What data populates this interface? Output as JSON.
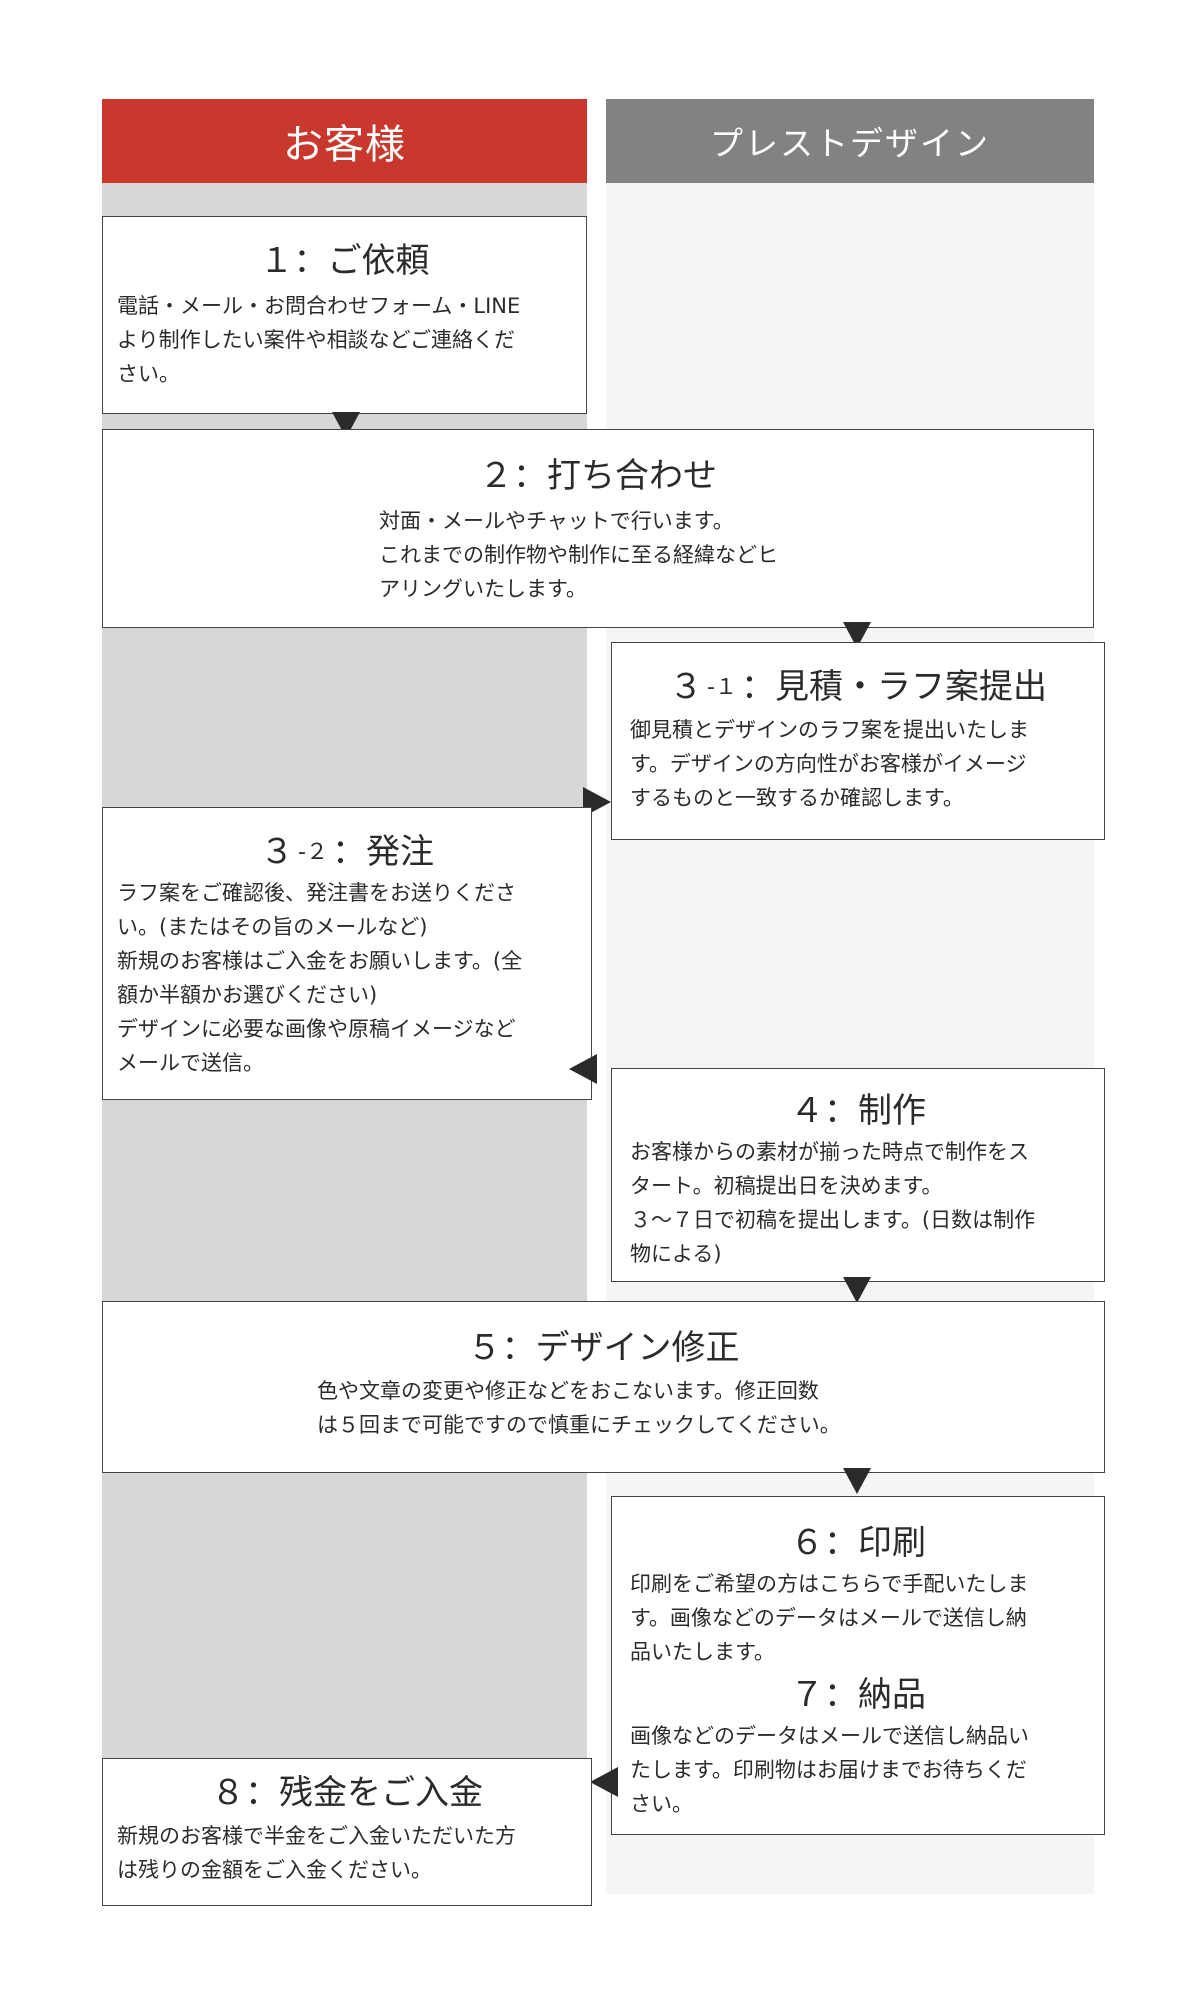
{
  "headers": {
    "customer": "お客様",
    "company": "プレストデザイン"
  },
  "steps": {
    "s1": {
      "title": "１：ご依頼",
      "body": "電話・メール・お問合わせフォーム・LINE\nより制作したい案件や相談などご連絡くだ\nさい。"
    },
    "s2": {
      "title": "２：打ち合わせ",
      "body": "対面・メールやチャットで行います。\nこれまでの制作物や制作に至る経緯などヒ\nアリングいたします。"
    },
    "s3_1": {
      "num": "３",
      "sub": "-１",
      "label": "：見積・ラフ案提出",
      "body": "御見積とデザインのラフ案を提出いたしま\nす。デザインの方向性がお客様がイメージ\nするものと一致するか確認します。"
    },
    "s3_2": {
      "num": "３",
      "sub": "-２",
      "label": "：発注",
      "body": "ラフ案をご確認後、発注書をお送りくださ\nい。(またはその旨のメールなど)\n新規のお客様はご入金をお願いします。(全\n額か半額かお選びください)\nデザインに必要な画像や原稿イメージなど\nメールで送信。"
    },
    "s4": {
      "title": "４：制作",
      "body": "お客様からの素材が揃った時点で制作をス\nタート。初稿提出日を決めます。\n３〜７日で初稿を提出します。(日数は制作\n物による)"
    },
    "s5": {
      "title": "５：デザイン修正",
      "body": "色や文章の変更や修正などをおこないます。修正回数\nは５回まで可能ですので慎重にチェックしてください。"
    },
    "s6": {
      "title": "６：印刷",
      "body": "印刷をご希望の方はこちらで手配いたしま\nす。画像などのデータはメールで送信し納\n品いたします。"
    },
    "s7": {
      "title": "７：納品",
      "body": "画像などのデータはメールで送信し納品い\nたします。印刷物はお届けまでお待ちくだ\nさい。"
    },
    "s8": {
      "title": "８：残金をご入金",
      "body": "新規のお客様で半金をご入金いただいた方\nは残りの金額をご入金ください。"
    }
  }
}
